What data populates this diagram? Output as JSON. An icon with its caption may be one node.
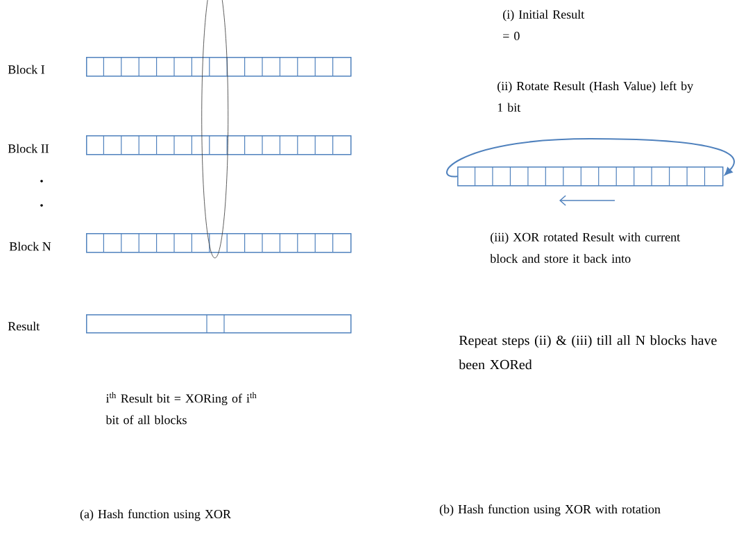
{
  "diagram": {
    "nodes": [
      {
        "text": [],
        "shape": "bar",
        "beside": [
          "Block I"
        ]
      },
      {
        "text": [],
        "shape": "bar",
        "beside": [
          "Block II"
        ]
      },
      {
        "text": [],
        "shape": "bar",
        "beside": [
          "Block N"
        ]
      },
      {
        "text": [],
        "shape": "bar",
        "beside": [
          "Result"
        ]
      },
      {
        "text": [],
        "shape": "ellipse"
      },
      {
        "text": [],
        "shape": "bar"
      }
    ],
    "edges": [
      {
        "from": 5,
        "to": 5,
        "arrow": "to"
      }
    ],
    "labels": [
      "(i) Initial Result = 0",
      "(ii) Rotate Result (Hash Value) left by 1 bit",
      "(iii) XOR rotated Result with current block and store it back into",
      "Repeat steps (ii) & (iii) till all N blocks have been XORed",
      "i$^{th}$ Result bit = XORing of i$^{th}$ bit of all blocks",
      "(a) Hash function using XOR",
      "(b) Hash function using XOR with rotation"
    ]
  }
}
